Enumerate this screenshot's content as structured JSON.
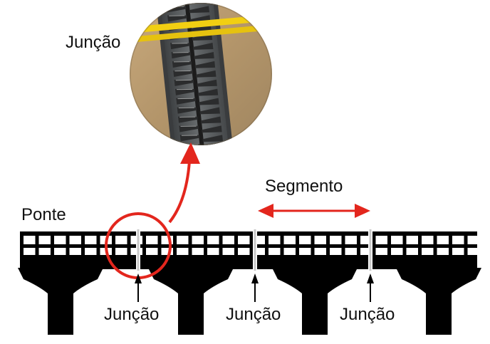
{
  "labels": {
    "zoom_junction": "Junção",
    "segment": "Segmento",
    "bridge": "Ponte",
    "junctions": [
      "Junção",
      "Junção",
      "Junção"
    ]
  },
  "colors": {
    "deck": "#000000",
    "railing_gap": "#ffffff",
    "highlight": "#e3261d",
    "segment_arrow": "#e3261d",
    "joint_gap": "#c8c8c8",
    "road_yellow": "#f2cf12",
    "steel_plate": "#5d6163"
  },
  "icons": {
    "zoom_photo": "expansion-joint-photo",
    "highlight_circle": "highlight-circle",
    "curved_arrow": "curved-arrow-up-icon",
    "segment_arrow": "double-headed-arrow-icon",
    "junction_pointer": "arrow-up-icon"
  }
}
